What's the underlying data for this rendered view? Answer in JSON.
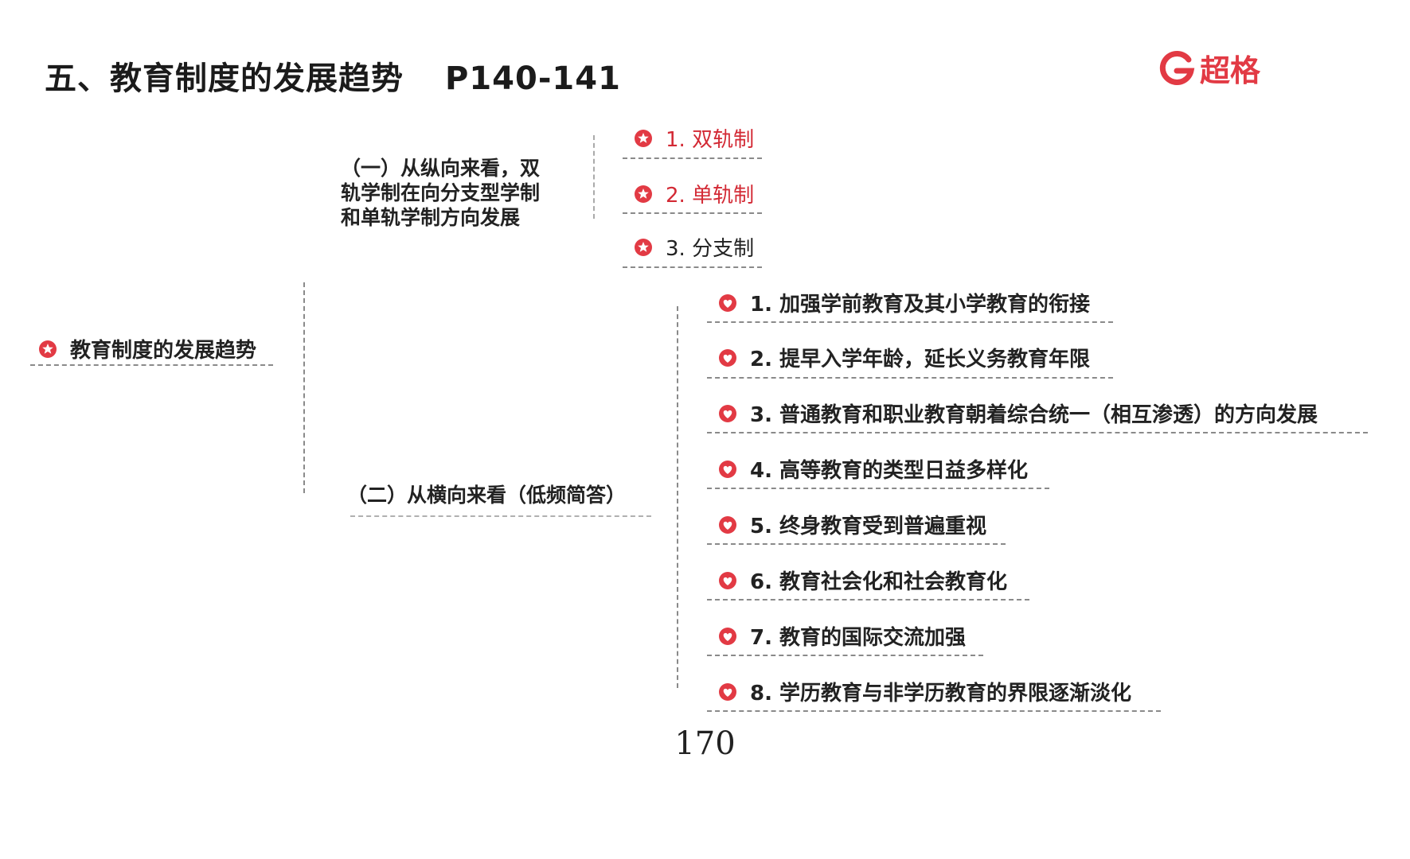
{
  "header": {
    "title": "五、教育制度的发展趋势",
    "page_ref": "P140-141",
    "logo_text": "超格",
    "brand_color": "#e23a44"
  },
  "root": {
    "label": "教育制度的发展趋势",
    "icon": "star-badge-icon"
  },
  "branch1": {
    "lines": [
      "（一）从纵向来看，双",
      "轨学制在向分支型学制",
      "和单轨学制方向发展"
    ],
    "items": [
      "1. 双轨制",
      "2. 单轨制",
      "3. 分支制"
    ],
    "icon": "star-badge-icon"
  },
  "branch2": {
    "label": "（二）从横向来看（低频简答）",
    "icon": "heart-icon",
    "items": [
      "1. 加强学前教育及其小学教育的衔接",
      "2. 提早入学年龄，延长义务教育年限",
      "3. 普通教育和职业教育朝着综合统一（相互渗透）的方向发展",
      "4. 高等教育的类型日益多样化",
      "5. 终身教育受到普遍重视",
      "6. 教育社会化和社会教育化",
      "7. 教育的国际交流加强",
      "8. 学历教育与非学历教育的界限逐渐淡化"
    ]
  },
  "page_number": "170"
}
